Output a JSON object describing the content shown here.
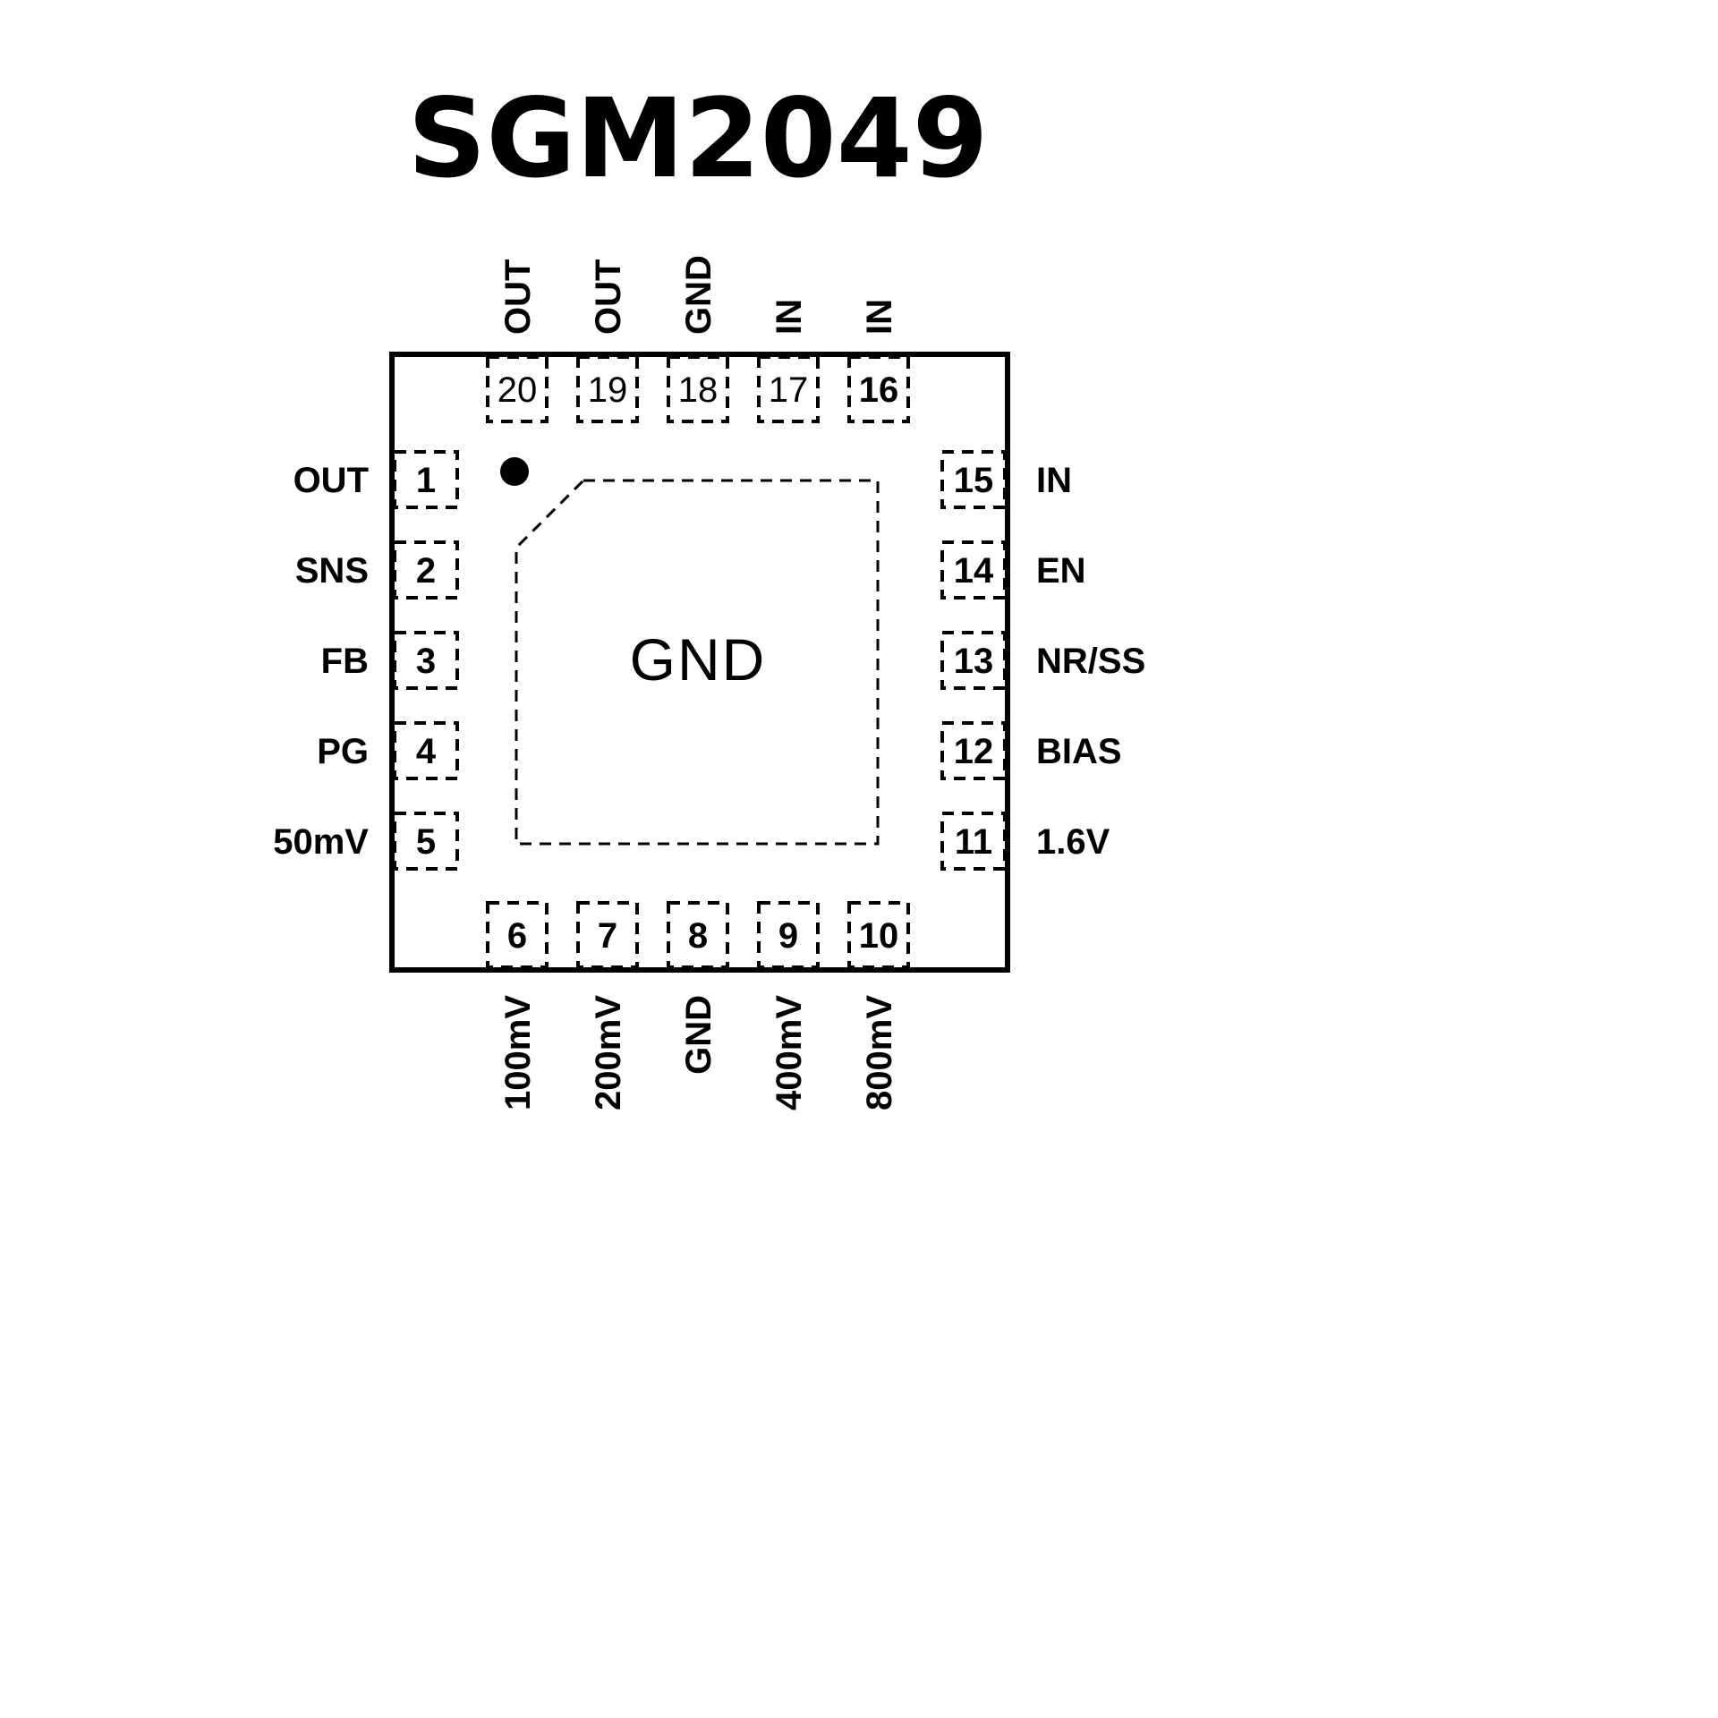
{
  "title": "SGM2049",
  "package": {
    "exposed_pad_label": "GND"
  },
  "colors": {
    "line": "#000000",
    "background": "#ffffff",
    "muted_pin_number": "#8c8c8c"
  },
  "pins": {
    "top": [
      {
        "number": "20",
        "label": "OUT",
        "muted": true
      },
      {
        "number": "19",
        "label": "OUT",
        "muted": true
      },
      {
        "number": "18",
        "label": "GND",
        "muted": true
      },
      {
        "number": "17",
        "label": "IN",
        "muted": true
      },
      {
        "number": "16",
        "label": "IN",
        "muted": false
      }
    ],
    "left": [
      {
        "number": "1",
        "label": "OUT"
      },
      {
        "number": "2",
        "label": "SNS"
      },
      {
        "number": "3",
        "label": "FB"
      },
      {
        "number": "4",
        "label": "PG"
      },
      {
        "number": "5",
        "label": "50mV"
      }
    ],
    "right": [
      {
        "number": "15",
        "label": "IN"
      },
      {
        "number": "14",
        "label": "EN"
      },
      {
        "number": "13",
        "label": "NR/SS"
      },
      {
        "number": "12",
        "label": "BIAS"
      },
      {
        "number": "11",
        "label": "1.6V"
      }
    ],
    "bottom": [
      {
        "number": "6",
        "label": "100mV"
      },
      {
        "number": "7",
        "label": "200mV"
      },
      {
        "number": "8",
        "label": "GND"
      },
      {
        "number": "9",
        "label": "400mV"
      },
      {
        "number": "10",
        "label": "800mV"
      }
    ]
  }
}
